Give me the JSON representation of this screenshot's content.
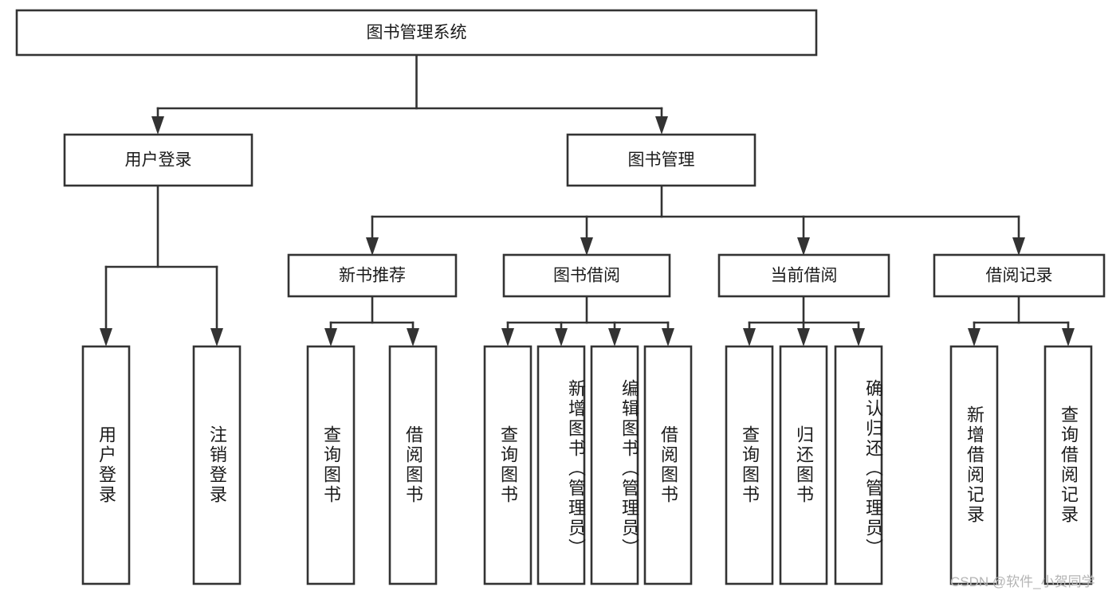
{
  "diagram": {
    "type": "tree",
    "title": "图书管理系统",
    "watermark": "CSDN @软件_小贺同学",
    "colors": {
      "stroke": "#333333",
      "box_fill": "#ffffff",
      "text": "#1b1b1b",
      "watermark": "#b4b4b4",
      "background": "#ffffff"
    },
    "levels": {
      "root": {
        "label": "图书管理系统"
      },
      "level2": [
        {
          "label": "用户登录"
        },
        {
          "label": "图书管理"
        }
      ],
      "level3": [
        {
          "label": "新书推荐"
        },
        {
          "label": "图书借阅"
        },
        {
          "label": "当前借阅"
        },
        {
          "label": "借阅记录"
        }
      ],
      "leaves": [
        {
          "label": "用户登录",
          "parent": "用户登录"
        },
        {
          "label": "注销登录",
          "parent": "用户登录"
        },
        {
          "label": "查询图书",
          "parent": "新书推荐"
        },
        {
          "label": "借阅图书",
          "parent": "新书推荐"
        },
        {
          "label": "查询图书",
          "parent": "图书借阅"
        },
        {
          "label": "新增图书（管理员）",
          "parent": "图书借阅"
        },
        {
          "label": "编辑图书（管理员）",
          "parent": "图书借阅"
        },
        {
          "label": "借阅图书",
          "parent": "图书借阅"
        },
        {
          "label": "查询图书",
          "parent": "当前借阅"
        },
        {
          "label": "归还图书",
          "parent": "当前借阅"
        },
        {
          "label": "确认归还（管理员）",
          "parent": "当前借阅"
        },
        {
          "label": "新增借阅记录",
          "parent": "借阅记录"
        },
        {
          "label": "查询借阅记录",
          "parent": "借阅记录"
        }
      ]
    }
  }
}
